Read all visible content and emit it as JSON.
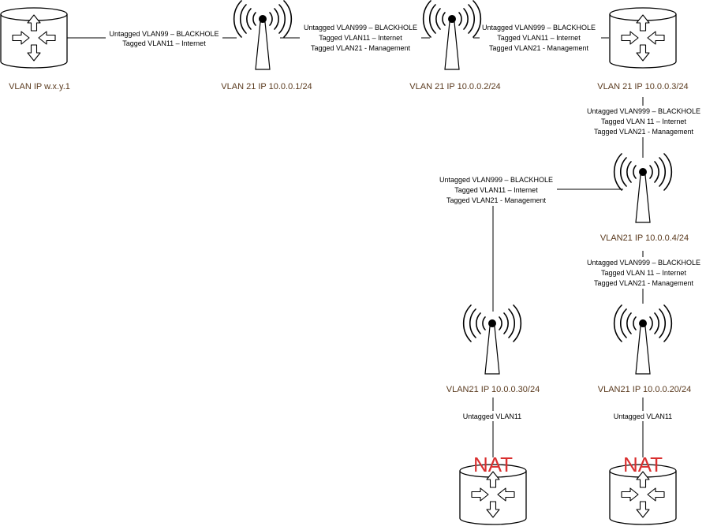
{
  "diagram": {
    "nodes": {
      "router_top": {
        "label": "VLAN IP w.x.y.1",
        "type": "router-icon"
      },
      "ap1": {
        "label": "VLAN 21 IP 10.0.0.1/24",
        "type": "access-point-icon"
      },
      "ap2": {
        "label": "VLAN 21 IP 10.0.0.2/24",
        "type": "access-point-icon"
      },
      "router_right": {
        "label": "VLAN 21 IP 10.0.0.3/24",
        "type": "router-icon"
      },
      "ap4": {
        "label": "VLAN21 IP 10.0.0.4/24",
        "type": "access-point-icon"
      },
      "ap30": {
        "label": "VLAN21 IP 10.0.0.30/24",
        "type": "access-point-icon"
      },
      "ap20": {
        "label": "VLAN21 IP 10.0.0.20/24",
        "type": "access-point-icon"
      },
      "nat_left": {
        "badge": "NAT",
        "type": "router-icon"
      },
      "nat_right": {
        "badge": "NAT",
        "type": "router-icon"
      }
    },
    "links": {
      "l1": [
        "Untagged VLAN99 – BLACKHOLE",
        "Tagged VLAN11 – Internet"
      ],
      "l2": [
        "Untagged VLAN999 – BLACKHOLE",
        "Tagged VLAN11 – Internet",
        "Tagged VLAN21 - Management"
      ],
      "l3": [
        "Untagged VLAN999 – BLACKHOLE",
        "Tagged VLAN11 – Internet",
        "Tagged VLAN21 - Management"
      ],
      "l4": [
        "Untagged VLAN999 – BLACKHOLE",
        "Tagged VLAN 11 – Internet",
        "Tagged VLAN21 - Management"
      ],
      "l5": [
        "Untagged VLAN999 – BLACKHOLE",
        "Tagged VLAN11 – Internet",
        "Tagged VLAN21 - Management"
      ],
      "l6": [
        "Untagged VLAN999 – BLACKHOLE",
        "Tagged VLAN 11 – Internet",
        "Tagged VLAN21 - Management"
      ],
      "l7": [
        "Untagged VLAN11"
      ],
      "l8": [
        "Untagged VLAN11"
      ]
    },
    "colors": {
      "node_label": "#5a3a1e",
      "nat_badge": "#d92f2f",
      "line": "#000000"
    }
  }
}
